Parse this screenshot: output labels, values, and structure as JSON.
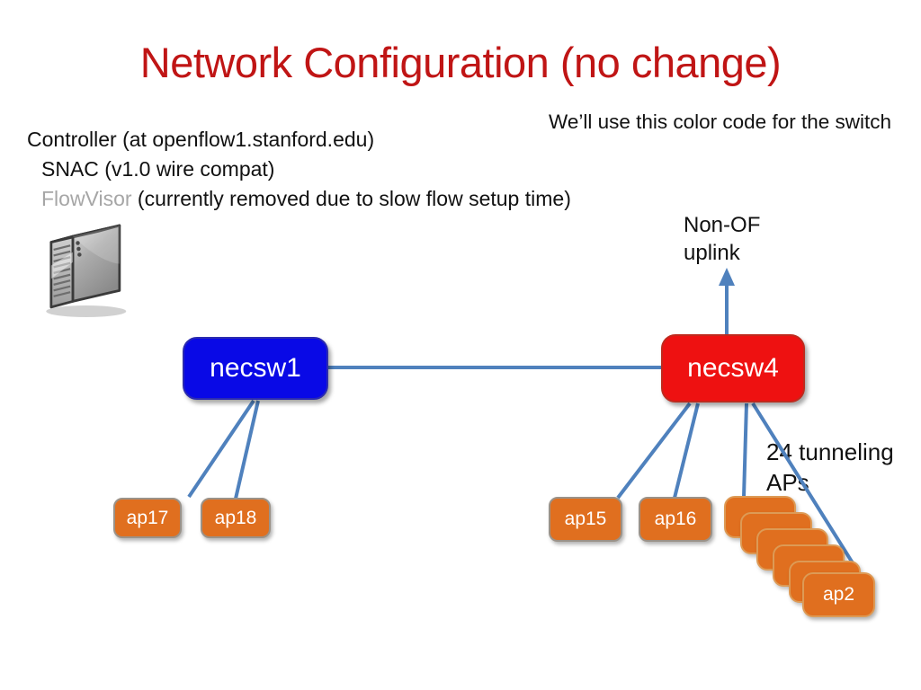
{
  "slide": {
    "title": "Network Configuration (no change)",
    "color_note": "We’ll use this color code for the switch"
  },
  "controller": {
    "line1": "Controller (at openflow1.stanford.edu)",
    "line2": "SNAC (v1.0 wire compat)",
    "flowvisor": "FlowVisor",
    "flowvisor_note": " (currently removed due to slow flow setup time)"
  },
  "labels": {
    "uplink": "Non-OF\nuplink",
    "tunneling": "24 tunneling\nAPs"
  },
  "switches": {
    "necsw1": {
      "label": "necsw1",
      "fill": "#0909e6"
    },
    "necsw4": {
      "label": "necsw4",
      "fill": "#ee1111"
    }
  },
  "aps": {
    "ap17": {
      "label": "ap17"
    },
    "ap18": {
      "label": "ap18"
    },
    "ap15": {
      "label": "ap15"
    },
    "ap16": {
      "label": "ap16"
    },
    "ap2": {
      "label": "ap2"
    },
    "stacked_unlabeled_count": 5
  },
  "icons": {
    "server": "server-tower-icon"
  },
  "colors": {
    "title_red": "#c01515",
    "connector_blue": "#4f81bd",
    "switch_blue": "#0909e6",
    "switch_red": "#ee1111",
    "ap_orange": "#e06f1f",
    "flowvisor_gray": "#a6a6a6",
    "text_black": "#1a1a1a",
    "background": "#ffffff"
  }
}
